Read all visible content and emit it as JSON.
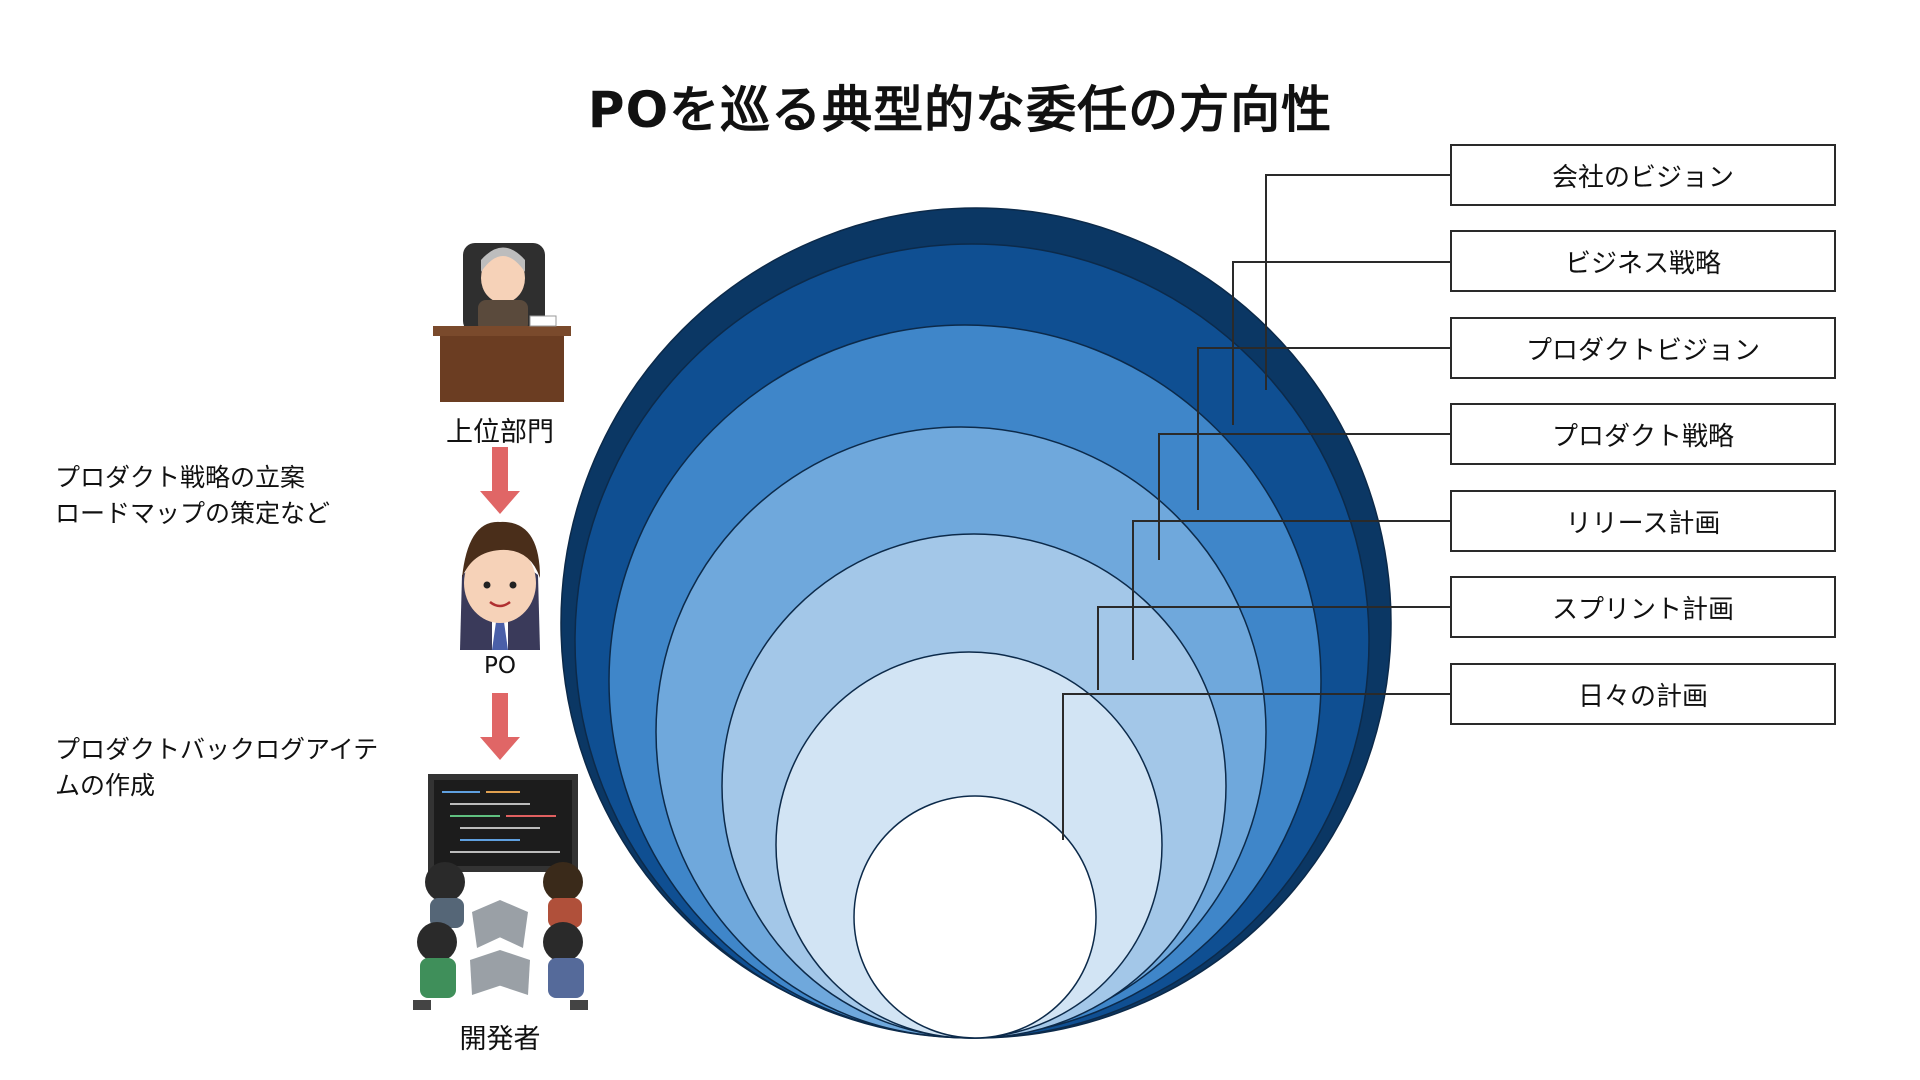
{
  "title": "POを巡る典型的な委任の方向性",
  "roles": {
    "upper": "上位部門",
    "po": "PO",
    "dev": "開発者"
  },
  "notes": {
    "upper_to_po": [
      "プロダクト戦略の立案",
      "ロードマップの策定など"
    ],
    "po_to_dev": [
      "プロダクトバックログアイテ",
      "ムの作成"
    ]
  },
  "levels": [
    {
      "label": "会社のビジョン",
      "color": "#0b3764"
    },
    {
      "label": "ビジネス戦略",
      "color": "#0f4f92"
    },
    {
      "label": "プロダクトビジョン",
      "color": "#3f86c9"
    },
    {
      "label": "プロダクト戦略",
      "color": "#6fa8dc"
    },
    {
      "label": "リリース計画",
      "color": "#a3c7e8"
    },
    {
      "label": "スプリント計画",
      "color": "#d2e4f4"
    },
    {
      "label": "日々の計画",
      "color": "#ffffff"
    }
  ],
  "arrow_color": "#e06666"
}
